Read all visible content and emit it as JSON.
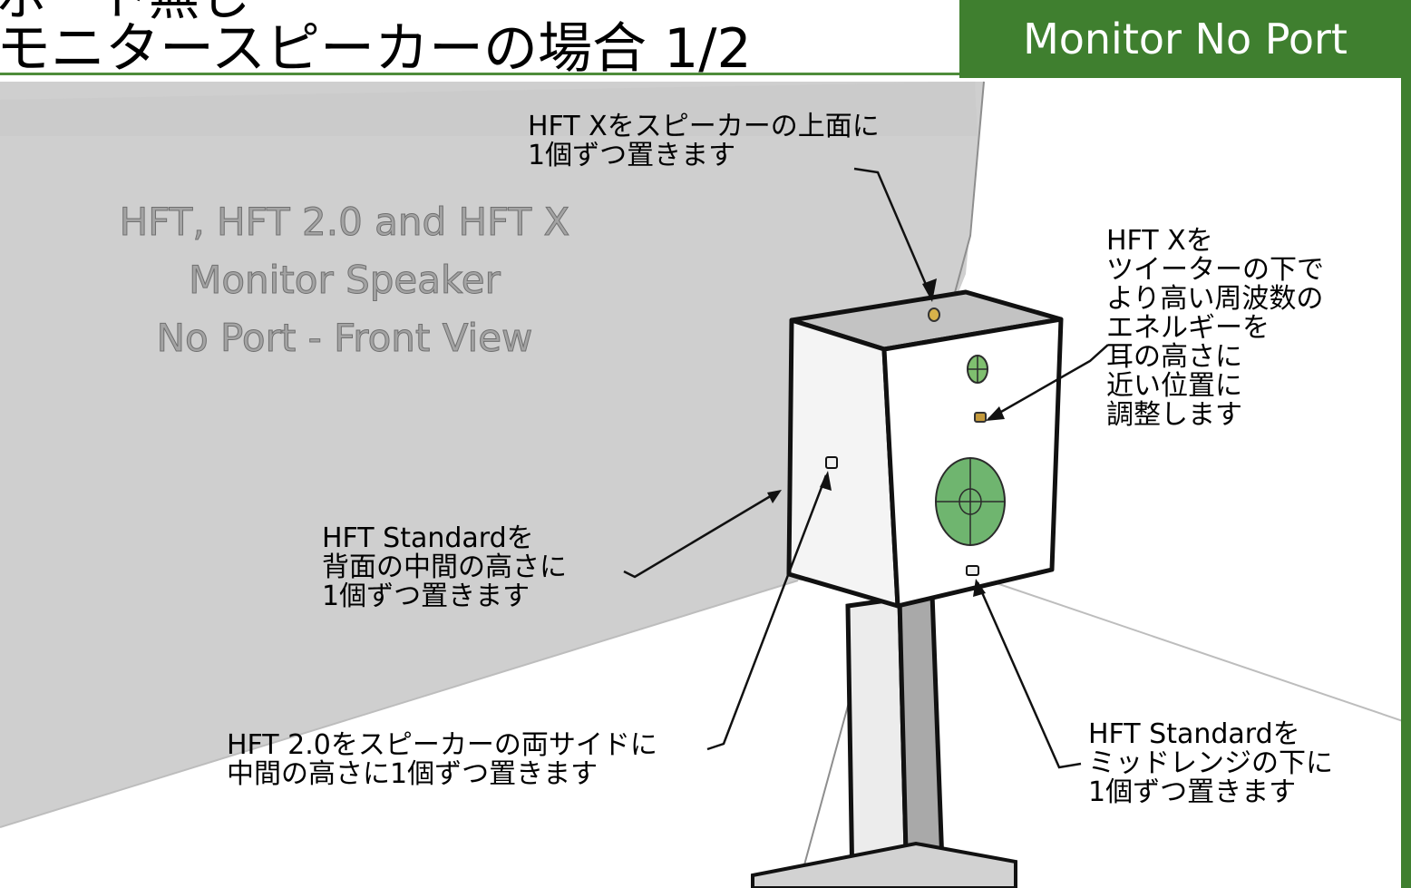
{
  "header": {
    "title_line1": "ポート無し",
    "title_line2": "モニタースピーカーの場合 1/2",
    "badge": "Monitor No Port",
    "accent_color": "#3f7f2f"
  },
  "wall_label": {
    "lines": [
      "HFT, HFT 2.0 and HFT X",
      "Monitor Speaker",
      "No Port - Front View"
    ]
  },
  "callouts": {
    "top": [
      "HFT Xをスピーカーの上面に",
      "1個ずつ置きます"
    ],
    "tweeter": [
      "HFT Xを",
      "ツイーターの下で",
      "より高い周波数の",
      "エネルギーを",
      "耳の高さに",
      "近い位置に",
      "調整します"
    ],
    "back": [
      "HFT Standardを",
      "背面の中間の高さに",
      "1個ずつ置きます"
    ],
    "sides": [
      "HFT 2.0をスピーカーの両サイドに",
      "中間の高さに1個ずつ置きます"
    ],
    "midrange": [
      "HFT Standardを",
      "ミッドレンジの下に",
      "1個ずつ置きます"
    ]
  }
}
